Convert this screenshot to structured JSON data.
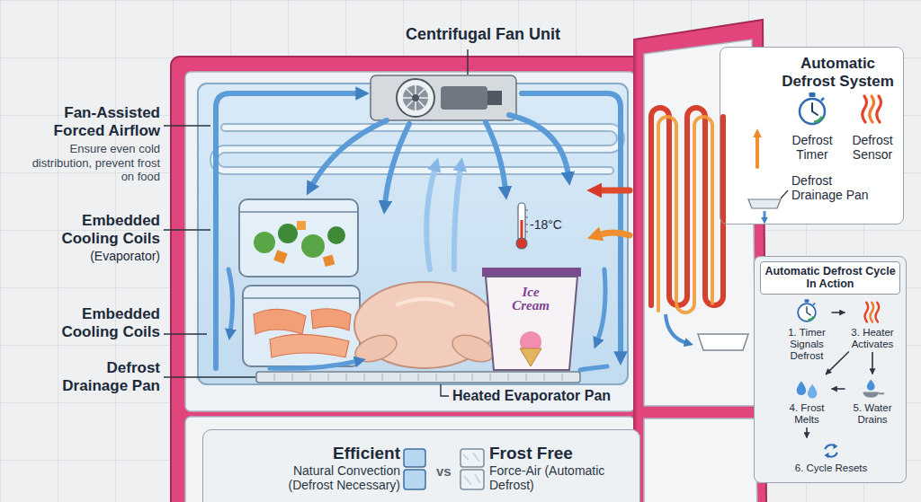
{
  "diagram": {
    "nodes": [
      {
        "text": [
          "Automatic Defrost System"
        ]
      },
      {
        "text": [
          "Automatic Defrost Cycle In Action"
        ]
      },
      {
        "text": [
          "1. Timer Signals Defrost"
        ],
        "in": 1
      },
      {
        "text": [
          "3. Heater Activates"
        ],
        "in": 1
      },
      {
        "text": [
          "4. Frost Melts"
        ],
        "in": 1
      },
      {
        "text": [
          "5. Water Drains"
        ],
        "in": 1
      },
      {
        "text": [
          "6. Cycle Resets"
        ],
        "in": 1
      },
      {
        "text": [
          "vs"
        ]
      },
      {
        "text": [
          "Efficient",
          "Natural Convection (Defrost Necessary)"
        ],
        "in": 7
      },
      {
        "text": [
          "Frost Free",
          "Force-Air (Automatic Defrost)"
        ],
        "in": 7
      }
    ],
    "edges": [
      {
        "from": 2,
        "to": 3,
        "arrow": "to"
      },
      {
        "from": 3,
        "to": 4,
        "arrow": "to"
      },
      {
        "from": 3,
        "to": 5,
        "arrow": "to"
      },
      {
        "from": 5,
        "to": 4,
        "arrow": "to"
      },
      {
        "from": 4,
        "to": 6,
        "arrow": "to"
      }
    ],
    "labels": [
      "Centrifugal Fan Unit",
      "Fan-Assisted Forced Airflow",
      "Ensure even cold distribution, prevent frost on food",
      "Embedded Cooling Coils",
      "(Evaporator)",
      "Embedded Cooling Coils",
      "Defrost Drainage Pan",
      "Heated Evaporator Pan",
      "-18°C",
      "Ice Cream",
      "Defrost Timer",
      "Defrost Sensor",
      "Defrost Drainage Pan"
    ]
  }
}
